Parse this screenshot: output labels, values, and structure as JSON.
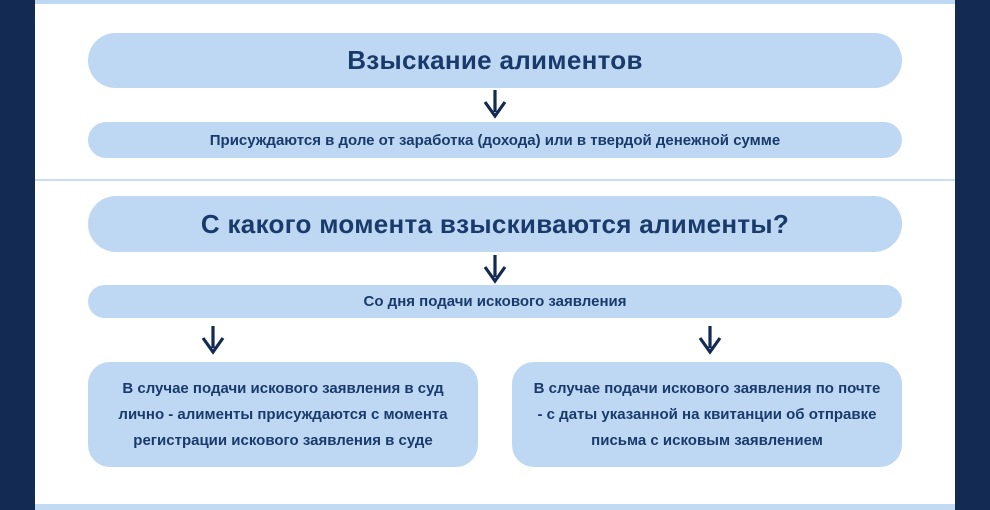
{
  "colors": {
    "border_navy": "#132a52",
    "box_light_blue": "#bed8f3",
    "text_navy": "#1a3a6b",
    "accent_strip_blue": "#c3dbf2"
  },
  "diagram": {
    "section1": {
      "title": "Взыскание алиментов",
      "subtitle": "Присуждаются в доле от заработка (дохода) или в твердой денежной сумме"
    },
    "section2": {
      "title": "С какого момента взыскиваются алименты?",
      "node": "Со дня подачи искового заявления",
      "branch_left": "В случае подачи искового заявления в суд лично - алименты присуждаются с момента регистрации искового заявления в суде",
      "branch_right": "В случае подачи искового заявления по почте - с даты указанной на квитанции об отправке письма с исковым заявлением"
    }
  }
}
